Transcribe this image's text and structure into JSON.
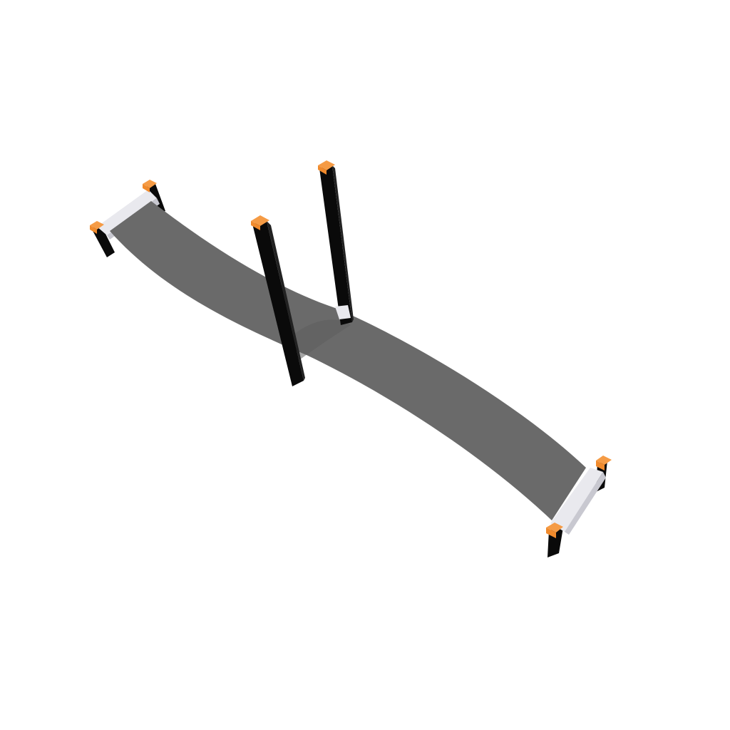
{
  "scene": {
    "subject": "balance-bridge-playground-equipment",
    "colors": {
      "background": "#ffffff",
      "belt": "#6a6a6a",
      "belt_edge": "#5c5c5c",
      "post": "#0a0a0a",
      "post_side": "#222222",
      "cap": "#f08a2c",
      "cap_top": "#f59b45",
      "clamp_bar": "#e9e9ee",
      "clamp_shadow": "#c8c8d0"
    },
    "parts": {
      "post_count": 6,
      "belt_count": 1,
      "clamp_bar_count": 2
    }
  }
}
